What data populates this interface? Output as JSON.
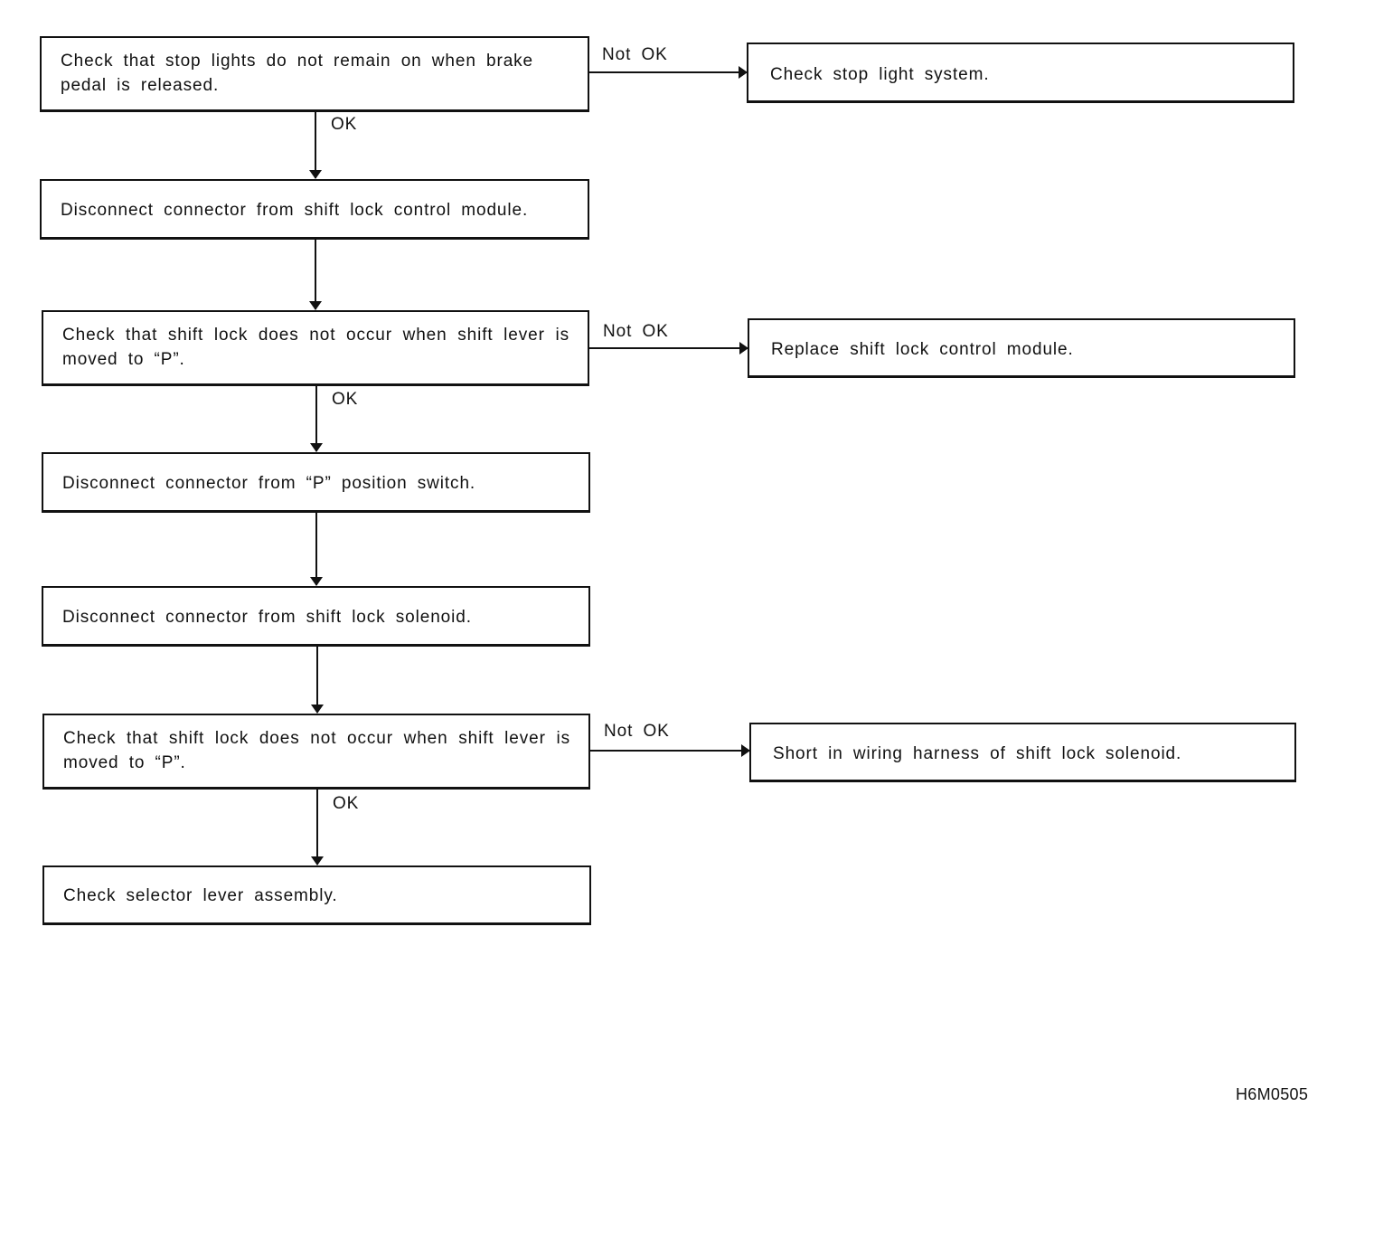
{
  "diagram": {
    "steps": [
      {
        "id": "s1",
        "text": "Check that stop lights do not remain on when brake pedal is released."
      },
      {
        "id": "s2",
        "text": "Disconnect connector from shift lock control module."
      },
      {
        "id": "s3",
        "text": "Check that shift lock does not occur when shift lever is moved to “P”."
      },
      {
        "id": "s4",
        "text": "Disconnect connector from “P” position switch."
      },
      {
        "id": "s5",
        "text": "Disconnect connector from shift lock solenoid."
      },
      {
        "id": "s6",
        "text": "Check that shift lock does not occur when shift lever is moved to “P”."
      },
      {
        "id": "s7",
        "text": "Check selector lever assembly."
      }
    ],
    "results": [
      {
        "id": "r1",
        "text": "Check stop light system."
      },
      {
        "id": "r2",
        "text": "Replace shift lock control module."
      },
      {
        "id": "r3",
        "text": "Short in wiring harness of shift lock solenoid."
      }
    ],
    "labels": {
      "ok": "OK",
      "not_ok": "Not OK"
    },
    "figure_code": "H6M0505"
  }
}
